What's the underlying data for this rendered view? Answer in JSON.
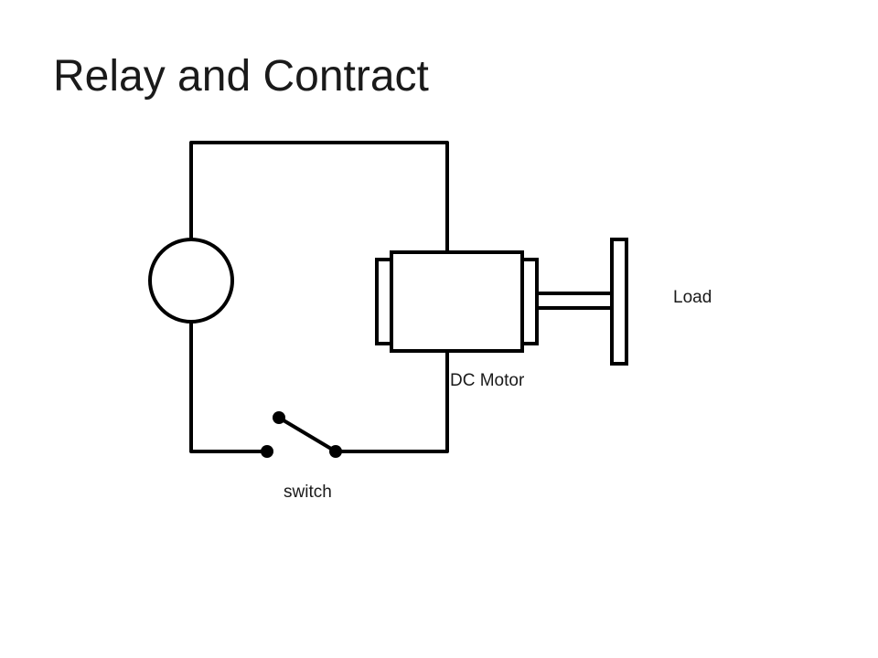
{
  "slide": {
    "title": "Relay and Contract"
  },
  "diagram": {
    "labels": {
      "motor": "DC Motor",
      "load": "Load",
      "switch": "switch"
    },
    "colors": {
      "line": "#000000",
      "background": "#ffffff"
    },
    "components": [
      "source-circle",
      "dc-motor",
      "load",
      "switch"
    ]
  }
}
